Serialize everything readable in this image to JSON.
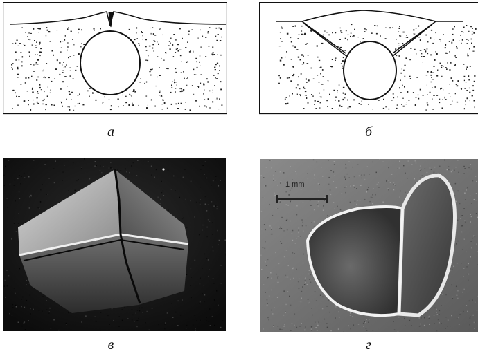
{
  "figure": {
    "panels": [
      {
        "id": "a",
        "caption": "а"
      },
      {
        "id": "b",
        "caption": "б"
      },
      {
        "id": "v",
        "caption": "в"
      },
      {
        "id": "g",
        "caption": "г"
      }
    ],
    "scale_bar_label": "1 mm"
  }
}
